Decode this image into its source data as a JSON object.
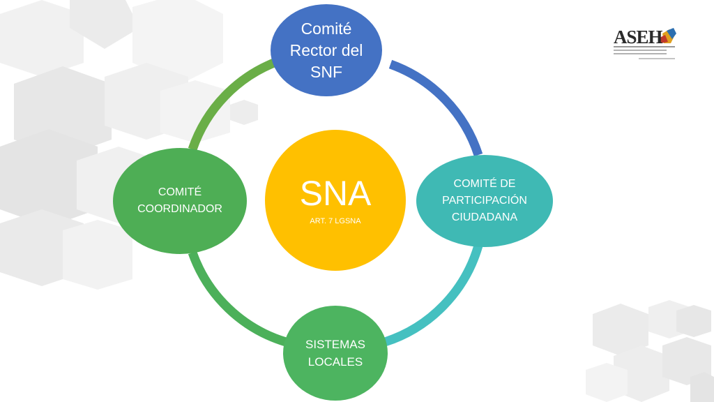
{
  "diagram": {
    "center": {
      "title": "SNA",
      "subtitle": "ART. 7 LGSNA"
    },
    "nodes": {
      "top": "Comité Rector del SNF",
      "right": "COMITÉ DE PARTICIPACIÓN CIUDADANA",
      "bottom": "SISTEMAS LOCALES",
      "left": "COMITÉ COORDINADOR"
    }
  },
  "logo": {
    "text": "ASEH"
  },
  "colors": {
    "top_node": "#4472C4",
    "right_node": "#3FB9B4",
    "bottom_node": "#4DB460",
    "left_node": "#4EAE55",
    "center_node": "#FFC000",
    "arc_top_right": "#4472C4",
    "arc_right_bottom": "#45C0C0",
    "arc_bottom_left": "#4CB05A",
    "arc_left_top": "#6AAE47"
  }
}
